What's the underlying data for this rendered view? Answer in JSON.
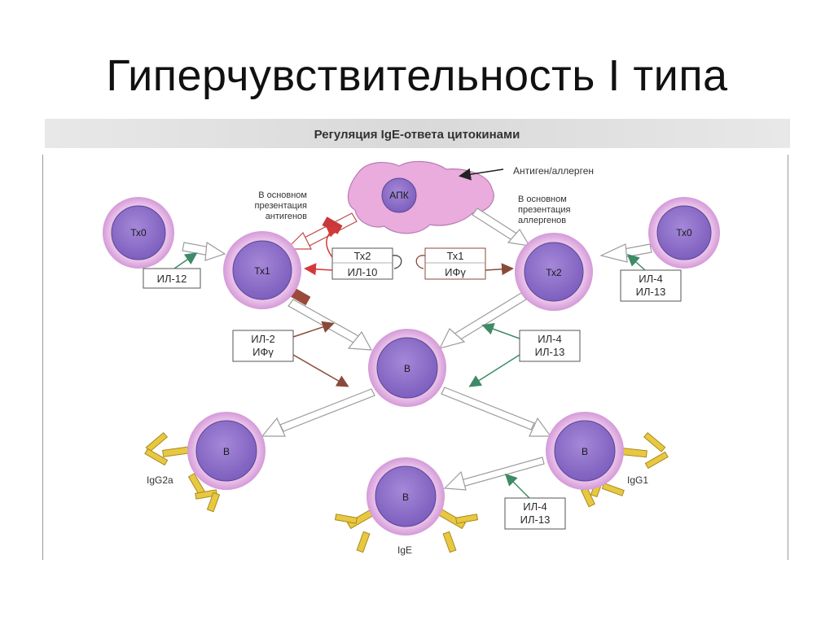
{
  "slide": {
    "title": "Гиперчувствительность I типа"
  },
  "figure": {
    "title": "Регуляция IgE-ответа цитокинами",
    "note_apk": "Антиген/аллерген",
    "note_left": [
      "В основном",
      "презентация",
      "антигенов"
    ],
    "note_right": [
      "В основном",
      "презентация",
      "аллергенов"
    ]
  },
  "cells": {
    "apk": "АПК",
    "th0_left": "Тх0",
    "th0_right": "Тх0",
    "th1": "Тх1",
    "th2": "Тх2",
    "b_center": "В",
    "b_left": "В",
    "b_right": "В",
    "b_bottom": "В"
  },
  "antibodies": {
    "left": "IgG2a",
    "right": "IgG1",
    "bottom": "IgE"
  },
  "boxes": {
    "il12": "ИЛ-12",
    "th2_il10": [
      "Тх2",
      "ИЛ-10"
    ],
    "th1_ifg": [
      "Тх1",
      "ИФγ"
    ],
    "il4_il13_right": [
      "ИЛ-4",
      "ИЛ-13"
    ],
    "il2_ifg": [
      "ИЛ-2",
      "ИФγ"
    ],
    "il4_il13_center": [
      "ИЛ-4",
      "ИЛ-13"
    ],
    "il4_il13_bottom": [
      "ИЛ-4",
      "ИЛ-13"
    ]
  },
  "colors": {
    "cell_nucleus": "#8e6fc9",
    "cell_membrane": "#e6bfe6",
    "apk_body": "#e8a8d8",
    "antibody": "#e8c840",
    "green_arrow": "#3e8a66",
    "brown_arrow": "#8a4a3a",
    "red_block": "#c83a3a"
  }
}
